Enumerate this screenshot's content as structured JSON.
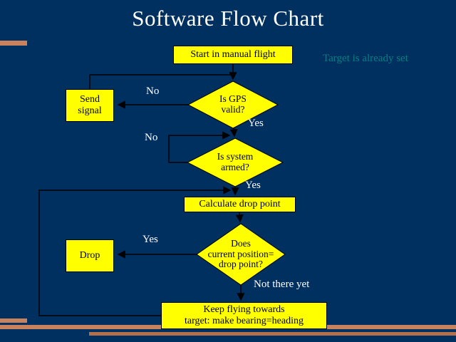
{
  "title": "Software Flow Chart",
  "annotation": {
    "target_set": "Target is already set"
  },
  "nodes": {
    "start": "Start in manual flight",
    "send_signal": "Send\nsignal",
    "gps": "Is GPS\nvalid?",
    "armed": "Is system\narmed?",
    "calculate": "Calculate drop point",
    "does": "Does\ncurrent position=\ndrop point?",
    "drop": "Drop",
    "keep": "Keep flying towards\ntarget: make bearing=heading"
  },
  "labels": {
    "gps_no": "No",
    "gps_yes": "Yes",
    "armed_no": "No",
    "armed_yes": "Yes",
    "does_yes": "Yes",
    "does_no": "Not there yet"
  },
  "colors": {
    "background": "#003060",
    "node_fill": "#ffff00",
    "accent_bar": "#c9825e",
    "annotation_text": "#008080",
    "label_text": "#ffffff"
  }
}
